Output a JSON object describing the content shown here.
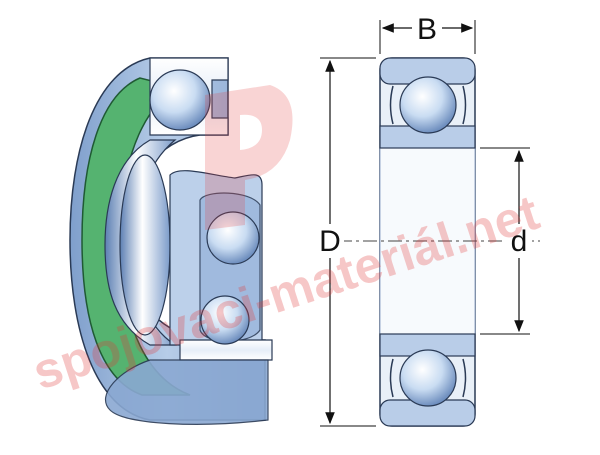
{
  "labels": {
    "width": "B",
    "outer_diameter": "D",
    "inner_diameter": "d"
  },
  "watermark": {
    "text": "spojovaci-materiál.net"
  },
  "colors": {
    "ring": "#9ab6d8",
    "ring_dark": "#6f8fbf",
    "ring_light": "#cfe0f2",
    "seal": "#55b370",
    "ball": "#dfe9f5",
    "outline": "#2a3a55",
    "watermark": "#e23a3a"
  }
}
